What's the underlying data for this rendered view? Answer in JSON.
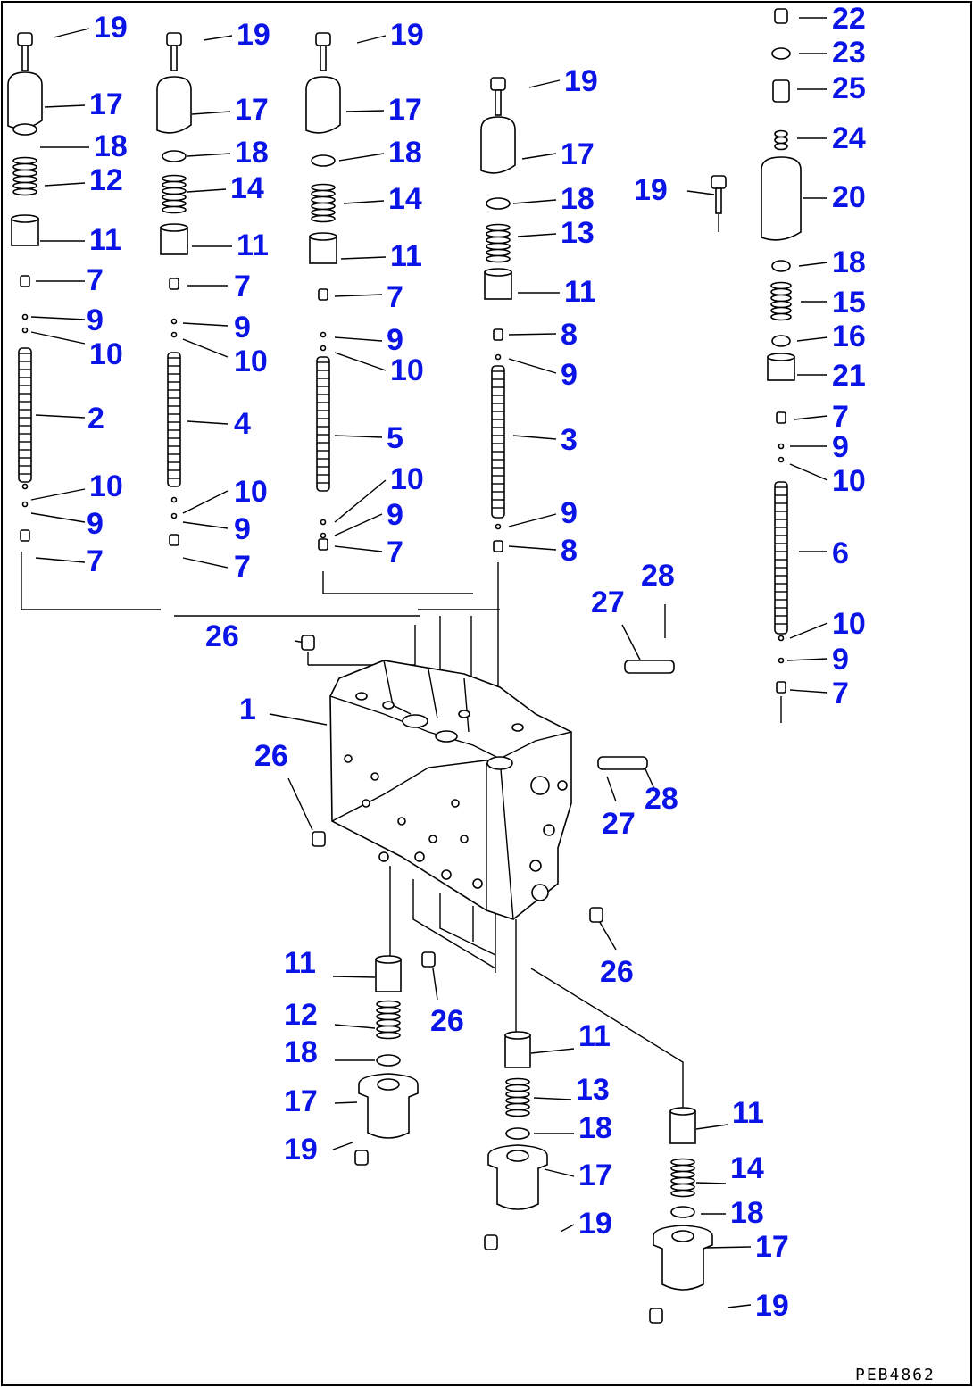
{
  "diagram": {
    "drawing_code": "PEB4862",
    "callouts": [
      "19",
      "17",
      "18",
      "12",
      "11",
      "7",
      "9",
      "10",
      "2",
      "10",
      "9",
      "7",
      "19",
      "17",
      "18",
      "14",
      "11",
      "7",
      "9",
      "10",
      "4",
      "10",
      "9",
      "7",
      "19",
      "17",
      "18",
      "14",
      "11",
      "7",
      "9",
      "10",
      "5",
      "10",
      "9",
      "7",
      "19",
      "17",
      "18",
      "13",
      "11",
      "8",
      "9",
      "3",
      "9",
      "8",
      "22",
      "23",
      "25",
      "24",
      "19",
      "20",
      "18",
      "15",
      "16",
      "21",
      "7",
      "9",
      "10",
      "6",
      "10",
      "9",
      "7",
      "26",
      "1",
      "26",
      "27",
      "28",
      "27",
      "28",
      "26",
      "11",
      "12",
      "18",
      "17",
      "19",
      "26",
      "11",
      "13",
      "18",
      "17",
      "19",
      "11",
      "14",
      "18",
      "17",
      "19"
    ]
  }
}
